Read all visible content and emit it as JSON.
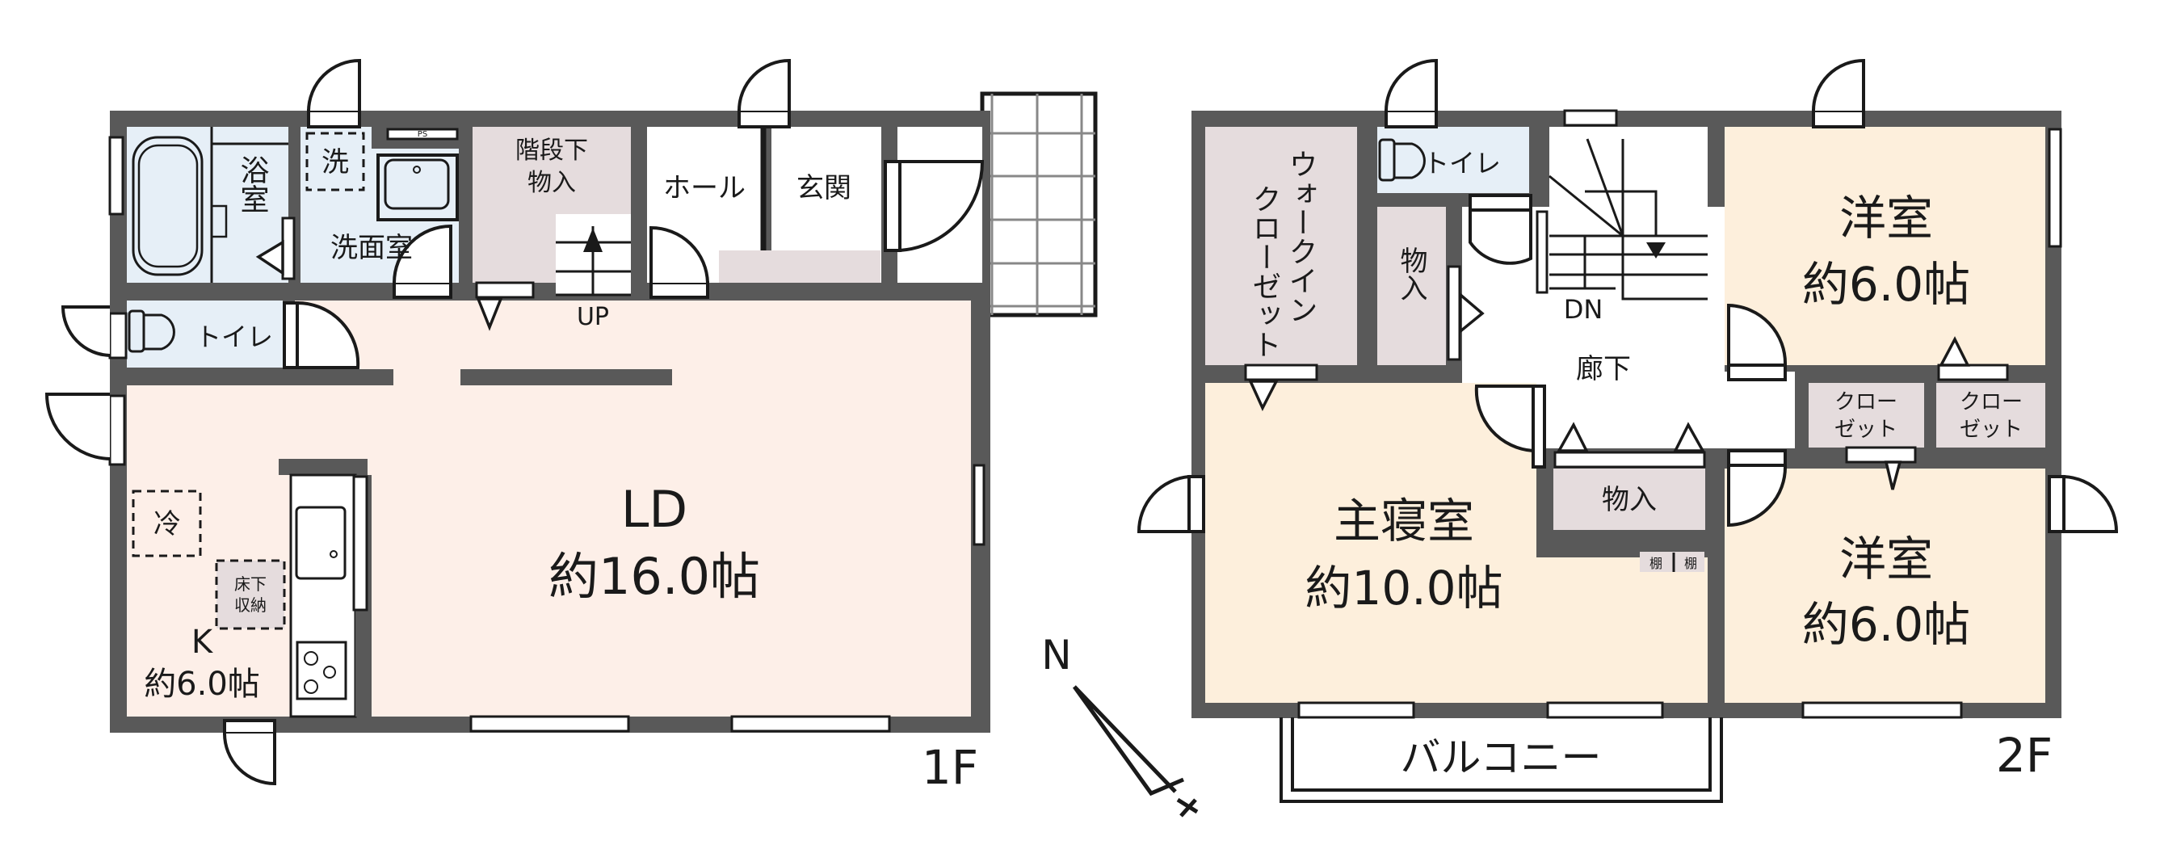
{
  "floor1": {
    "floor_label": "1F",
    "rooms": {
      "bath": "浴室",
      "washroom": "洗面室",
      "washer": "洗",
      "pipe_space": "PS",
      "stair_storage_line1": "階段下",
      "stair_storage_line2": "物入",
      "hall": "ホール",
      "entrance": "玄関",
      "toilet": "トイレ",
      "stairs_up": "UP",
      "ld_name": "LD",
      "ld_size": "約16.0帖",
      "fridge": "冷",
      "underfloor_line1": "床下",
      "underfloor_line2": "収納",
      "kitchen_name": "K",
      "kitchen_size": "約6.0帖"
    }
  },
  "floor2": {
    "floor_label": "2F",
    "rooms": {
      "wic_col1": "ウォークイン",
      "wic_col2": "クローゼット",
      "toilet": "トイレ",
      "storage_small": "物入",
      "stairs_down": "DN",
      "corridor": "廊下",
      "western1_name": "洋室",
      "western1_size": "約6.0帖",
      "closet_line1": "クロー",
      "closet_line2": "ゼット",
      "master_name": "主寝室",
      "master_size": "約10.0帖",
      "storage2": "物入",
      "shelf": "棚",
      "western2_name": "洋室",
      "western2_size": "約6.0帖",
      "balcony": "バルコニー"
    }
  },
  "compass": {
    "label": "N"
  },
  "colors": {
    "wall": "#595959",
    "ld_floor": "#fdefe8",
    "wet_area": "#e6eff7",
    "storage": "#e5dcdd",
    "bedroom": "#fdefdc"
  }
}
